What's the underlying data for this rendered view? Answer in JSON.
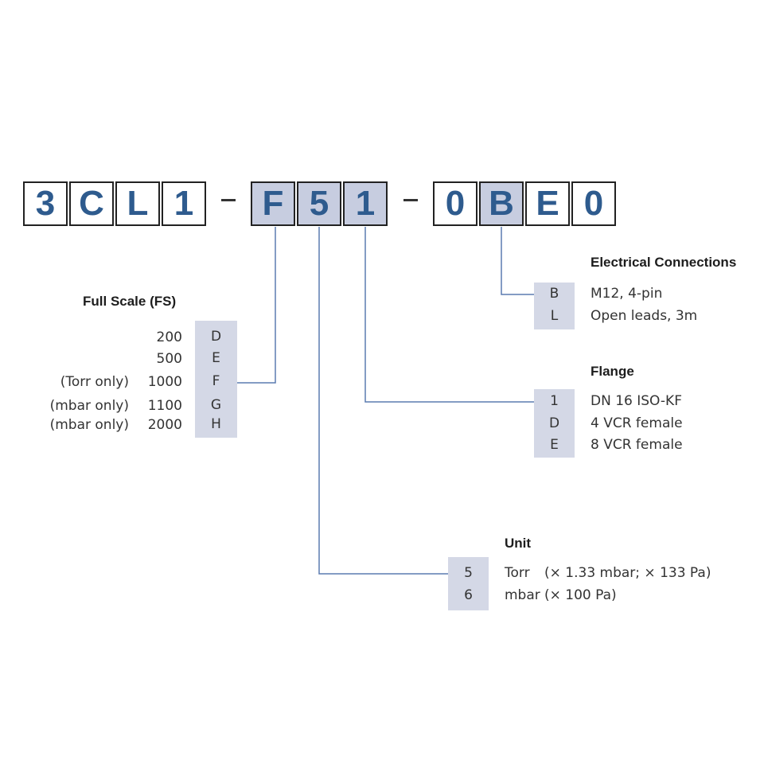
{
  "model_code": {
    "chars": [
      "3",
      "C",
      "L",
      "1",
      "F",
      "5",
      "1",
      "0",
      "B",
      "E",
      "0"
    ],
    "separators": [
      "-",
      "-"
    ]
  },
  "colors": {
    "highlight": "#c7cde0",
    "code_text": "#2e5b8e",
    "connector": "#5b7bb0"
  },
  "electrical": {
    "title": "Electrical Connections",
    "options": [
      {
        "code": "B",
        "label": "M12, 4-pin"
      },
      {
        "code": "L",
        "label": "Open leads, 3m"
      }
    ]
  },
  "full_scale": {
    "title": "Full Scale (FS)",
    "options": [
      {
        "note": "",
        "value": "200",
        "code": "D"
      },
      {
        "note": "",
        "value": "500",
        "code": "E"
      },
      {
        "note": "(Torr only)",
        "value": "1000",
        "code": "F"
      },
      {
        "note": "(mbar only)",
        "value": "1100",
        "code": "G"
      },
      {
        "note": "(mbar only)",
        "value": "2000",
        "code": "H"
      }
    ]
  },
  "flange": {
    "title": "Flange",
    "options": [
      {
        "code": "1",
        "label": "DN 16 ISO-KF"
      },
      {
        "code": "D",
        "label": "4 VCR female"
      },
      {
        "code": "E",
        "label": "8 VCR female"
      }
    ]
  },
  "unit": {
    "title": "Unit",
    "options": [
      {
        "code": "5",
        "label": "Torr",
        "detail": "(× 1.33 mbar; × 133 Pa)"
      },
      {
        "code": "6",
        "label": "mbar",
        "detail": "(× 100 Pa)"
      }
    ]
  }
}
